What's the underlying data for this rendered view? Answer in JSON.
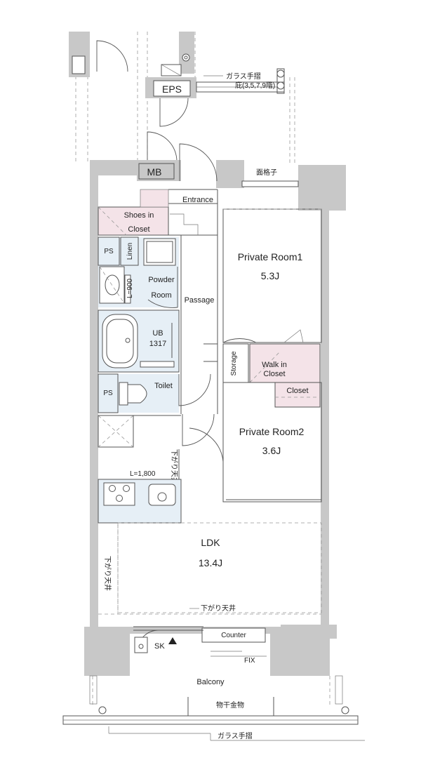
{
  "colors": {
    "wall": "#c8c8c8",
    "wet_area": "#e6eff6",
    "storage_area": "#f4e3e8",
    "line": "#555555"
  },
  "labels": {
    "glass_railing_top": "ガラス手摺",
    "eaves": "庇(3,5,7,9階)",
    "eps": "EPS",
    "mb": "MB",
    "grille": "面格子",
    "entrance": "Entrance",
    "shoes_in_1": "Shoes in",
    "shoes_in_2": "Closet",
    "ps_1": "PS",
    "linen": "Linen",
    "powder_1": "Powder",
    "powder_2": "Room",
    "l900": "L=900",
    "passage": "Passage",
    "ub_1": "UB",
    "ub_2": "1317",
    "ps_2": "PS",
    "toilet": "Toilet",
    "private1_name": "Private Room1",
    "private1_size": "5.3J",
    "storage": "Storage",
    "walkin_1": "Walk in",
    "walkin_2": "Closet",
    "closet": "Closet",
    "private2_name": "Private Room2",
    "private2_size": "3.6J",
    "lowered_ceiling_kitchen": "下がり天井",
    "l1800": "L=1,800",
    "ldk_name": "LDK",
    "ldk_size": "13.4J",
    "lowered_ceiling_left": "下がり天井",
    "lowered_ceiling_bottom": "下がり天井",
    "counter": "Counter",
    "sk": "SK",
    "fix": "FIX",
    "balcony": "Balcony",
    "drying_hardware": "物干金物",
    "glass_railing_bottom": "ガラス手摺"
  }
}
